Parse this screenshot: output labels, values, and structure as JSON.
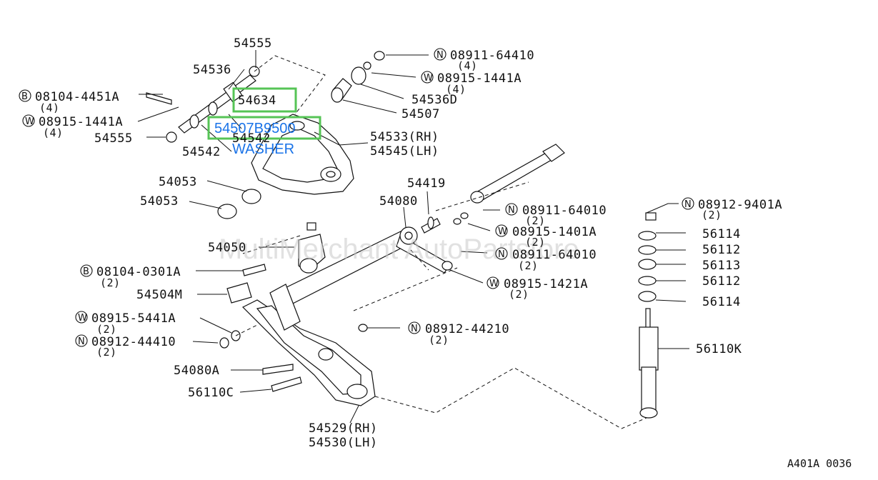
{
  "watermark": "MultiMerchant AutoPartstore",
  "figure_ref": "A401A 0036",
  "highlights": {
    "box1": "54634",
    "box2": "54507B9500",
    "box2_caption": "WASHER"
  },
  "labels": {
    "p54555a": "54555",
    "p54536": "54536",
    "p08104_4451": "08104-4451A",
    "p08104_4451_q": "(4)",
    "p08915_1441a": "08915-1441A",
    "p08915_1441a_q": "(4)",
    "p54555b": "54555",
    "p54542a": "54542",
    "p54542b": "54542",
    "p08911_64410": "08911-64410",
    "p08911_64410_q": "(4)",
    "p08915_1441b": "08915-1441A",
    "p08915_1441b_q": "(4)",
    "p54536d": "54536D",
    "p54507": "54507",
    "p54533": "54533(RH)",
    "p54545": "54545(LH)",
    "p54053a": "54053",
    "p54053b": "54053",
    "p54419": "54419",
    "p54080": "54080",
    "p08911_64010a": "08911-64010",
    "p08911_64010a_q": "(2)",
    "p08915_1401": "08915-1401A",
    "p08915_1401_q": "(2)",
    "p08911_64010b": "08911-64010",
    "p08911_64010b_q": "(2)",
    "p08915_1421": "08915-1421A",
    "p08915_1421_q": "(2)",
    "p08912_9401": "08912-9401A",
    "p08912_9401_q": "(2)",
    "p56114a": "56114",
    "p56112a": "56112",
    "p56113": "56113",
    "p56112b": "56112",
    "p56114b": "56114",
    "p54050": "54050",
    "p08104_0301": "08104-0301A",
    "p08104_0301_q": "(2)",
    "p54504m": "54504M",
    "p08915_5441": "08915-5441A",
    "p08915_5441_q": "(2)",
    "p08912_44410": "08912-44410",
    "p08912_44410_q": "(2)",
    "p08912_44210": "08912-44210",
    "p08912_44210_q": "(2)",
    "p56110k": "56110K",
    "p54080a": "54080A",
    "p56110c": "56110C",
    "p54529": "54529(RH)",
    "p54530": "54530(LH)"
  },
  "prefix": {
    "B": "B",
    "W": "W",
    "N": "N"
  }
}
